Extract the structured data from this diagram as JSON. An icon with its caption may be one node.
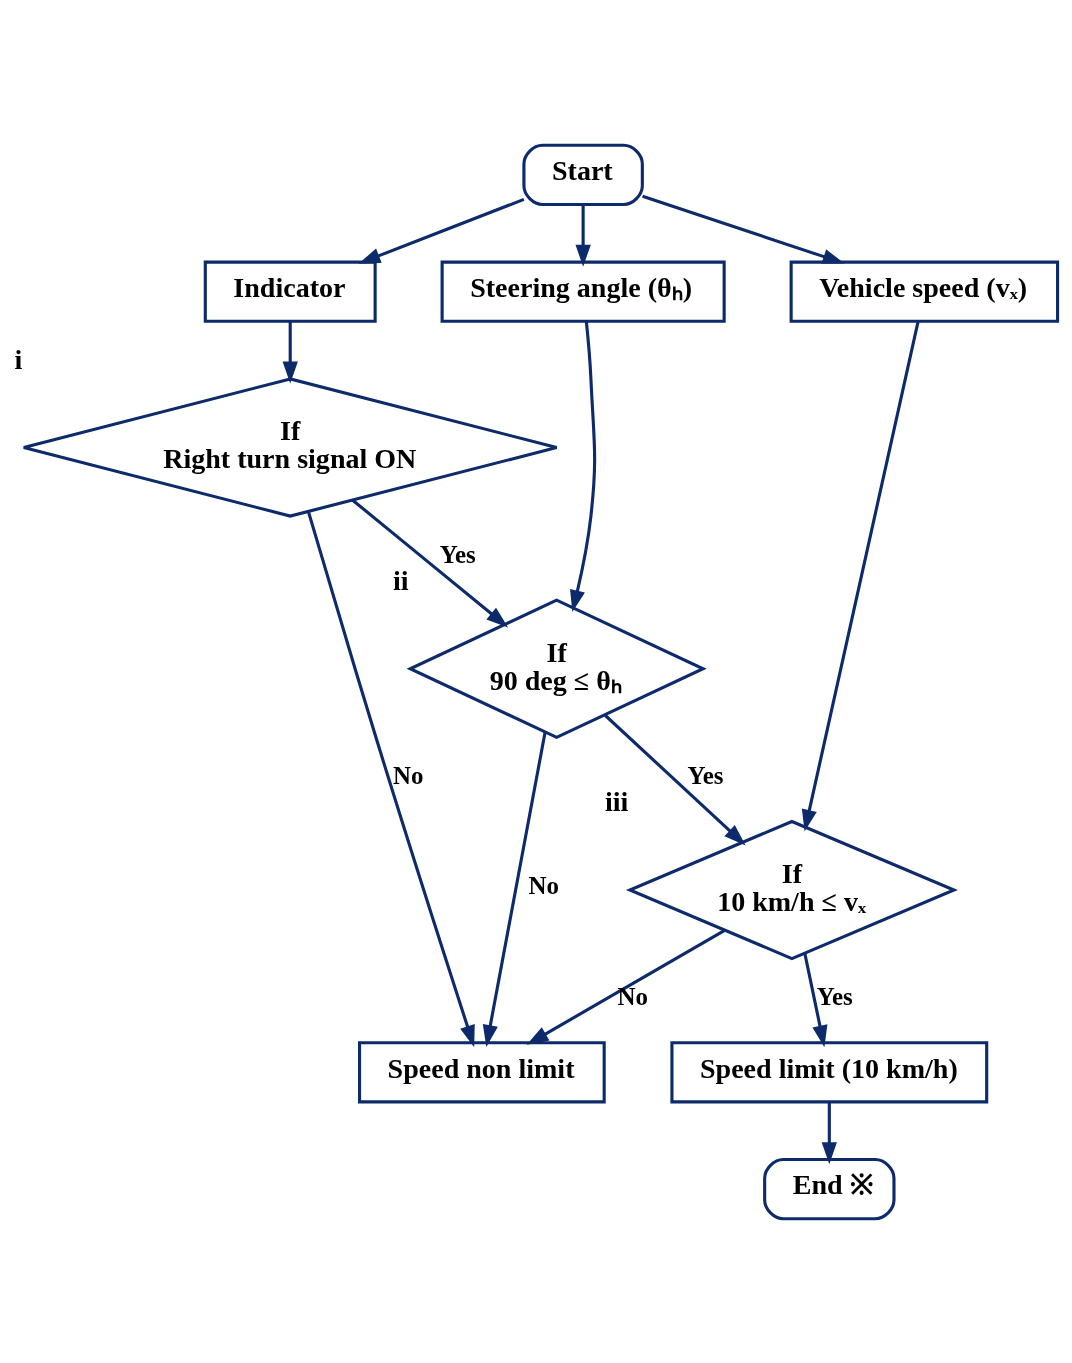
{
  "diagram": {
    "nodes": [
      {
        "text": [
          "Start"
        ]
      },
      {
        "text": [
          "Indicator"
        ]
      },
      {
        "text": [
          "Steering angle (θₕ)"
        ]
      },
      {
        "text": [
          "Vehicle speed (vₓ)"
        ]
      },
      {
        "text": [
          "If",
          "Right turn signal ON"
        ],
        "beside": [
          "i"
        ]
      },
      {
        "text": [
          "If",
          "90 deg ≤ θₕ"
        ],
        "beside": [
          "ii"
        ]
      },
      {
        "text": [
          "If",
          "10 km/h ≤ vₓ"
        ],
        "beside": [
          "iii"
        ]
      },
      {
        "text": [
          "Speed limit (10 km/h)"
        ]
      },
      {
        "text": [
          "Speed non limit"
        ]
      },
      {
        "text": [
          "End ※"
        ]
      }
    ],
    "edges": [
      {
        "from": 0,
        "to": 1,
        "arrow": "to"
      },
      {
        "from": 0,
        "to": 2,
        "arrow": "to"
      },
      {
        "from": 0,
        "to": 3,
        "arrow": "to"
      },
      {
        "from": 1,
        "to": 4,
        "arrow": "to"
      },
      {
        "from": 4,
        "to": 8,
        "arrow": "to",
        "label": "No"
      },
      {
        "from": 4,
        "to": 5,
        "arrow": "to",
        "label": "Yes"
      },
      {
        "from": 2,
        "to": 5,
        "arrow": "to"
      },
      {
        "from": 5,
        "to": 8,
        "arrow": "to",
        "label": "No"
      },
      {
        "from": 5,
        "to": 6,
        "arrow": "to",
        "label": "Yes"
      },
      {
        "from": 3,
        "to": 6,
        "arrow": "to"
      },
      {
        "from": 6,
        "to": 8,
        "arrow": "to",
        "label": "No"
      },
      {
        "from": 6,
        "to": 7,
        "arrow": "to",
        "label": "Yes"
      },
      {
        "from": 7,
        "to": 9,
        "arrow": "to"
      }
    ]
  }
}
